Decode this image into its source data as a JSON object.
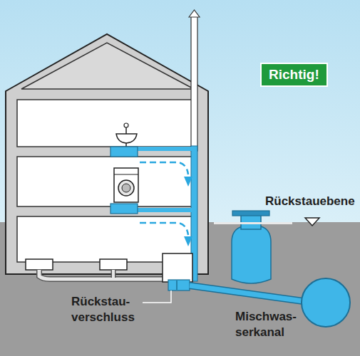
{
  "diagram": {
    "nodes": [
      {
        "text": [
          "Richtig!"
        ]
      }
    ],
    "labels": [
      "Rückstauebene",
      "Rückstau- verschluss",
      "Mischwas- serkanal"
    ]
  }
}
